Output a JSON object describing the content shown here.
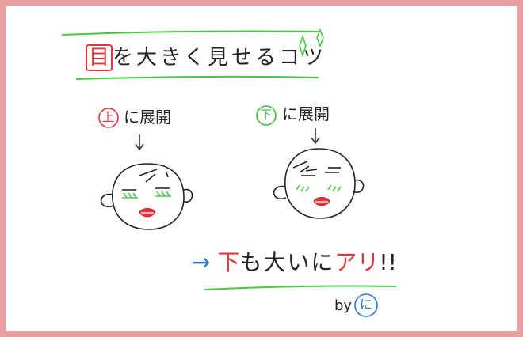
{
  "title": {
    "prefix": "目",
    "rest": "を大きく見せるコツ",
    "prefix_color": "#e0353c"
  },
  "left_face": {
    "badge": "上",
    "caption": "に展開",
    "badge_color": "#e0353c"
  },
  "right_face": {
    "badge": "下",
    "caption": "に展開",
    "badge_color": "#3fba3f"
  },
  "conclusion": {
    "arrow": "→",
    "highlight1": "下",
    "middle": "も大いに",
    "highlight2": "アリ",
    "ending": "!!",
    "arrow_color": "#2a78d6",
    "highlight_color": "#e0353c"
  },
  "signature": {
    "by": "by",
    "name": "に",
    "name_color": "#2a78d6"
  },
  "colors": {
    "frame": "#e89a9a",
    "line_green": "#45c845",
    "eye_green": "#55c855",
    "lips_red": "#e0353c"
  }
}
